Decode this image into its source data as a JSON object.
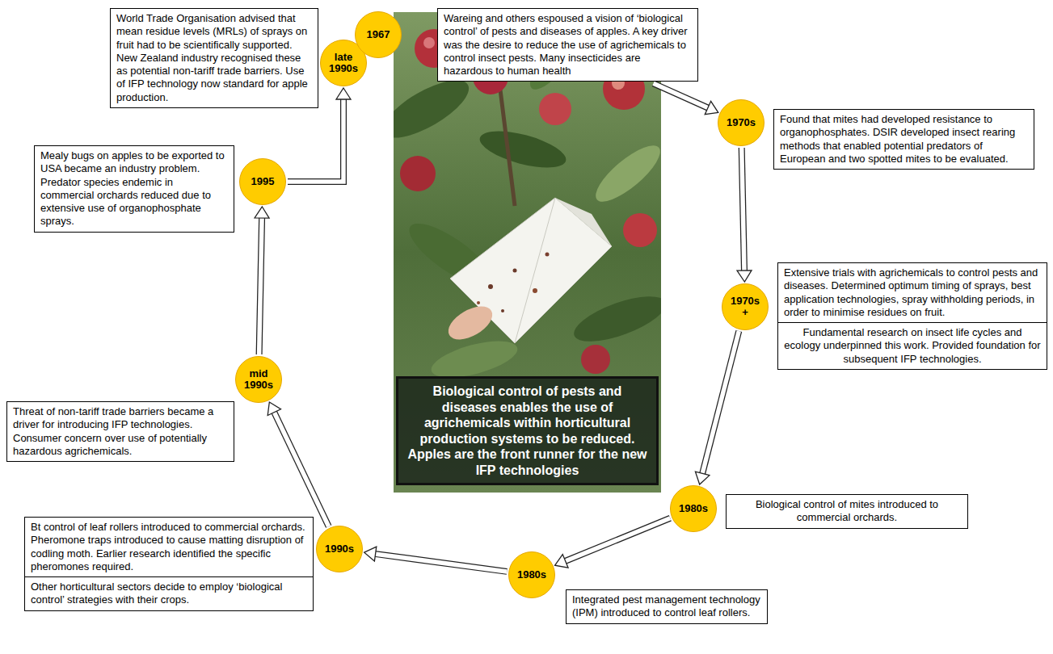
{
  "diagram": {
    "nodes": [
      {
        "text": [
          "World Trade Organisation advised that mean residue levels (MRLs) of sprays on fruit had to be scientifically supported. New Zealand industry recognised these as potential non-tariff trade barriers. Use of IFP technology now standard for apple production."
        ]
      },
      {
        "text": [
          "late 1990s"
        ]
      },
      {
        "text": [
          "1967"
        ]
      },
      {
        "text": [
          "Wareing and others espoused a vision of ‘biological control’ of pests and diseases of apples. A key driver was the desire to reduce the use of agrichemicals to control insect pests. Many insecticides are hazardous to human health"
        ]
      },
      {
        "text": [
          "1970s"
        ]
      },
      {
        "text": [
          "Found that mites had developed resistance to organophosphates. DSIR developed insect rearing methods that enabled potential predators of European and two spotted mites to be evaluated."
        ]
      },
      {
        "text": [
          "1970s +"
        ]
      },
      {
        "text": [
          "Extensive trials with agrichemicals to control pests and diseases. Determined optimum timing of sprays, best application technologies, spray withholding periods, in order to minimise residues on fruit."
        ]
      },
      {
        "text": [
          "Fundamental research on insect life cycles and ecology underpinned this work. Provided foundation for subsequent IFP technologies."
        ]
      },
      {
        "text": [
          "1980s"
        ]
      },
      {
        "text": [
          "Biological control of mites introduced to commercial orchards."
        ]
      },
      {
        "text": [
          "1980s"
        ]
      },
      {
        "text": [
          "Integrated pest management technology (IPM) introduced to control leaf rollers."
        ]
      },
      {
        "text": [
          "1990s"
        ]
      },
      {
        "text": [
          "Bt control of leaf rollers introduced to commercial orchards. Pheromone traps introduced to cause matting disruption of codling moth. Earlier research identified the specific pheromones required."
        ]
      },
      {
        "text": [
          "Other horticultural sectors decide to employ ‘biological control’ strategies with their crops."
        ]
      },
      {
        "text": [
          "mid 1990s"
        ]
      },
      {
        "text": [
          "Threat of non-tariff trade barriers became a driver for introducing IFP technologies. Consumer concern over use of potentially hazardous agrichemicals."
        ]
      },
      {
        "text": [
          "1995"
        ]
      },
      {
        "text": [
          "Mealy bugs on apples to be exported to USA became an industry problem. Predator species endemic in commercial orchards reduced due to extensive use of organophosphate sprays."
        ]
      },
      {
        "text": [
          "Biological control of pests and diseases enables the use of agrichemicals within horticultural production systems to be reduced. Apples are the front runner for the new IFP technologies"
        ]
      }
    ],
    "edges": [
      {
        "from": 3,
        "to": 4,
        "arrow": "to"
      },
      {
        "from": 4,
        "to": 6,
        "arrow": "to"
      },
      {
        "from": 6,
        "to": 9,
        "arrow": "to"
      },
      {
        "from": 9,
        "to": 11,
        "arrow": "to"
      },
      {
        "from": 11,
        "to": 13,
        "arrow": "to"
      },
      {
        "from": 13,
        "to": 16,
        "arrow": "to"
      },
      {
        "from": 16,
        "to": 18,
        "arrow": "to"
      },
      {
        "from": 18,
        "to": 1,
        "arrow": "to"
      }
    ]
  }
}
